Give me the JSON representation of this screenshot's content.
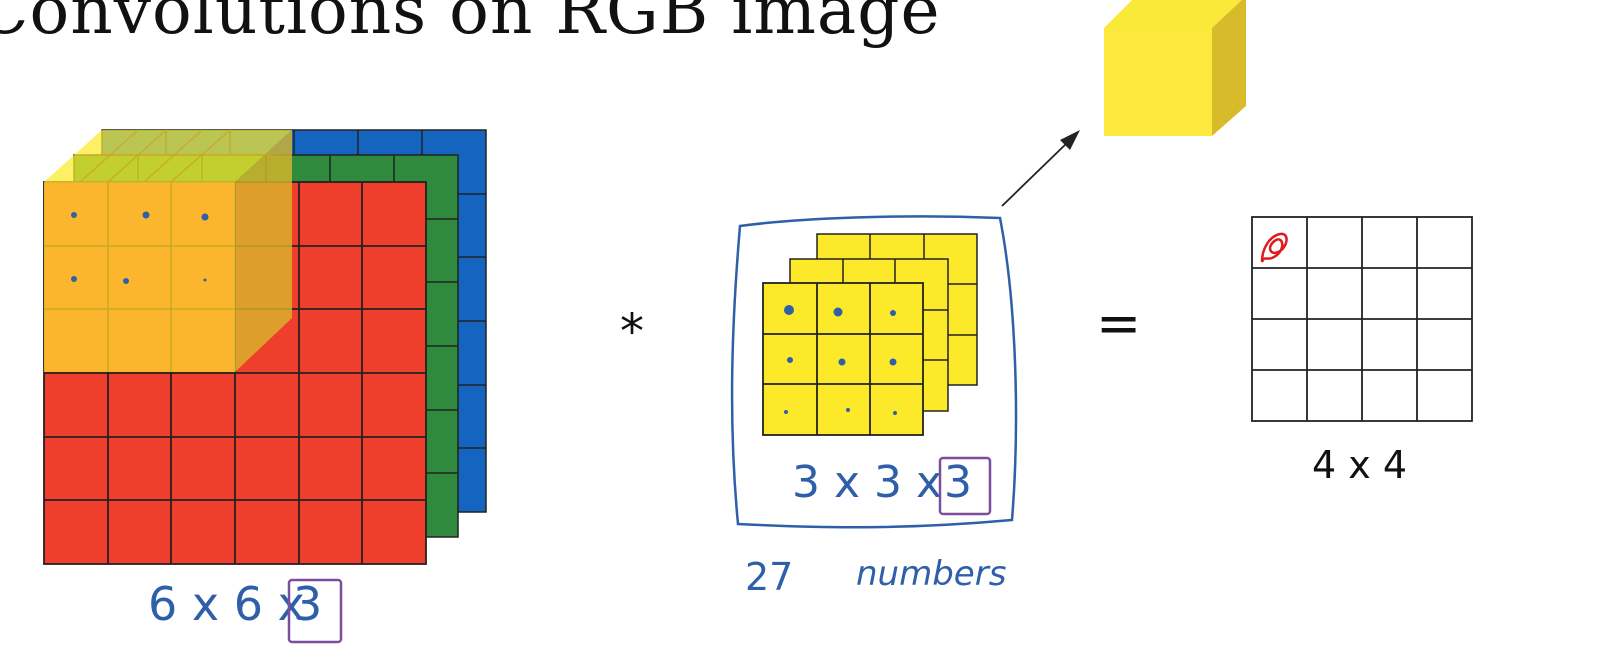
{
  "slide": {
    "title": "Convolutions on RGB image"
  },
  "input_volume": {
    "rows": 6,
    "cols": 6,
    "channels": [
      "blue",
      "green",
      "red"
    ],
    "dims_prefix": "6 x 6 x ",
    "dims_boxed": "3"
  },
  "operators": {
    "convolution": "*",
    "equals": "="
  },
  "filter": {
    "rows": 3,
    "cols": 3,
    "layers": 3,
    "dims_prefix": "3 x 3 x ",
    "dims_boxed": "3",
    "param_count": "27",
    "param_word": "numbers"
  },
  "output": {
    "rows": 4,
    "cols": 4,
    "dims": "4 x 4"
  },
  "colors": {
    "red": "#f03e2d",
    "green": "#2f8a3e",
    "blue": "#1565c0",
    "yellow": "#fcea2a",
    "ink_blue": "#2e5fa8",
    "ink_purple": "#7b4f9e",
    "ink_red": "#e01b1b",
    "grid_line": "#222222"
  },
  "icons": [
    "arrow-icon",
    "cube-icon",
    "scribble-mark-icon"
  ]
}
